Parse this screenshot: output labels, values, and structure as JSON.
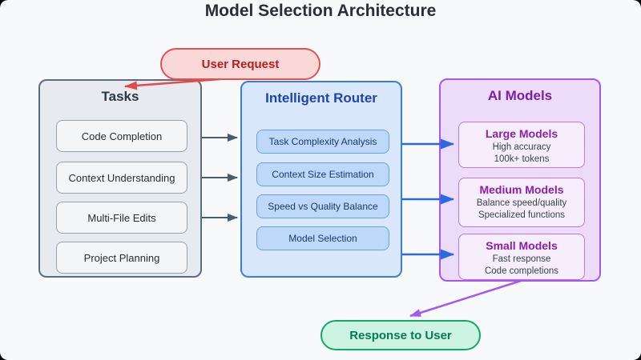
{
  "title": "Model Selection Architecture",
  "badges": {
    "user_request": "User Request",
    "response_to_user": "Response to User"
  },
  "groups": {
    "tasks": {
      "title": "Tasks",
      "items": [
        "Code Completion",
        "Context Understanding",
        "Multi-File Edits",
        "Project Planning"
      ]
    },
    "router": {
      "title": "Intelligent Router",
      "items": [
        "Task Complexity Analysis",
        "Context Size Estimation",
        "Speed vs Quality Balance",
        "Model Selection"
      ]
    },
    "models": {
      "title": "AI Models",
      "items": [
        {
          "name": "Large Models",
          "lines": [
            "High accuracy",
            "100k+ tokens"
          ]
        },
        {
          "name": "Medium Models",
          "lines": [
            "Balance speed/quality",
            "Specialized functions"
          ]
        },
        {
          "name": "Small Models",
          "lines": [
            "Fast response",
            "Code completions"
          ]
        }
      ]
    }
  },
  "colors": {
    "canvas_bg": "#f8f9fa",
    "outer_bg": "#000000",
    "tasks_fill": "#e7eaee",
    "tasks_border": "#5d6c7b",
    "router_fill": "#d9e7fb",
    "router_border": "#3b7ce0",
    "models_fill": "#ecdcf9",
    "models_border": "#a855f7",
    "user_request_fill": "#fbd8d8",
    "user_request_border": "#df5353",
    "response_fill": "#cdf3e2",
    "response_border": "#12a968",
    "arrow_slate": "#4c5c6c",
    "arrow_blue": "#2a6ae0",
    "arrow_red": "#e04b4b",
    "arrow_purple": "#a558f0"
  }
}
